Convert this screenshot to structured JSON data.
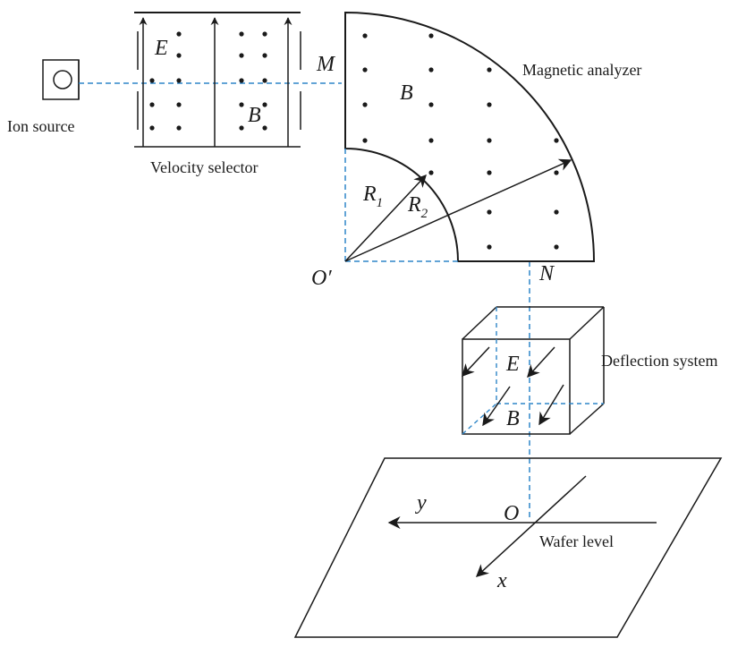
{
  "labels": {
    "ion_source": "Ion source",
    "velocity_selector": "Velocity selector",
    "magnetic_analyzer": "Magnetic analyzer",
    "deflection_system": "Deflection system",
    "wafer_level": "Wafer level"
  },
  "symbols": {
    "E_selector": "E",
    "B_selector": "B",
    "M": "M",
    "N": "N",
    "B_analyzer": "B",
    "R1": "R",
    "R1_sub": "1",
    "R2": "R",
    "R2_sub": "2",
    "O_prime": "O′",
    "E_deflection": "E",
    "B_deflection": "B",
    "O": "O",
    "x": "x",
    "y": "y"
  },
  "colors": {
    "ink": "#1a1a1a",
    "dashed_path": "#2f86c8"
  },
  "icons": {
    "ion_source": "ion-source-icon",
    "field_dot": "out-of-page-dot",
    "field_arrow": "field-arrow"
  }
}
